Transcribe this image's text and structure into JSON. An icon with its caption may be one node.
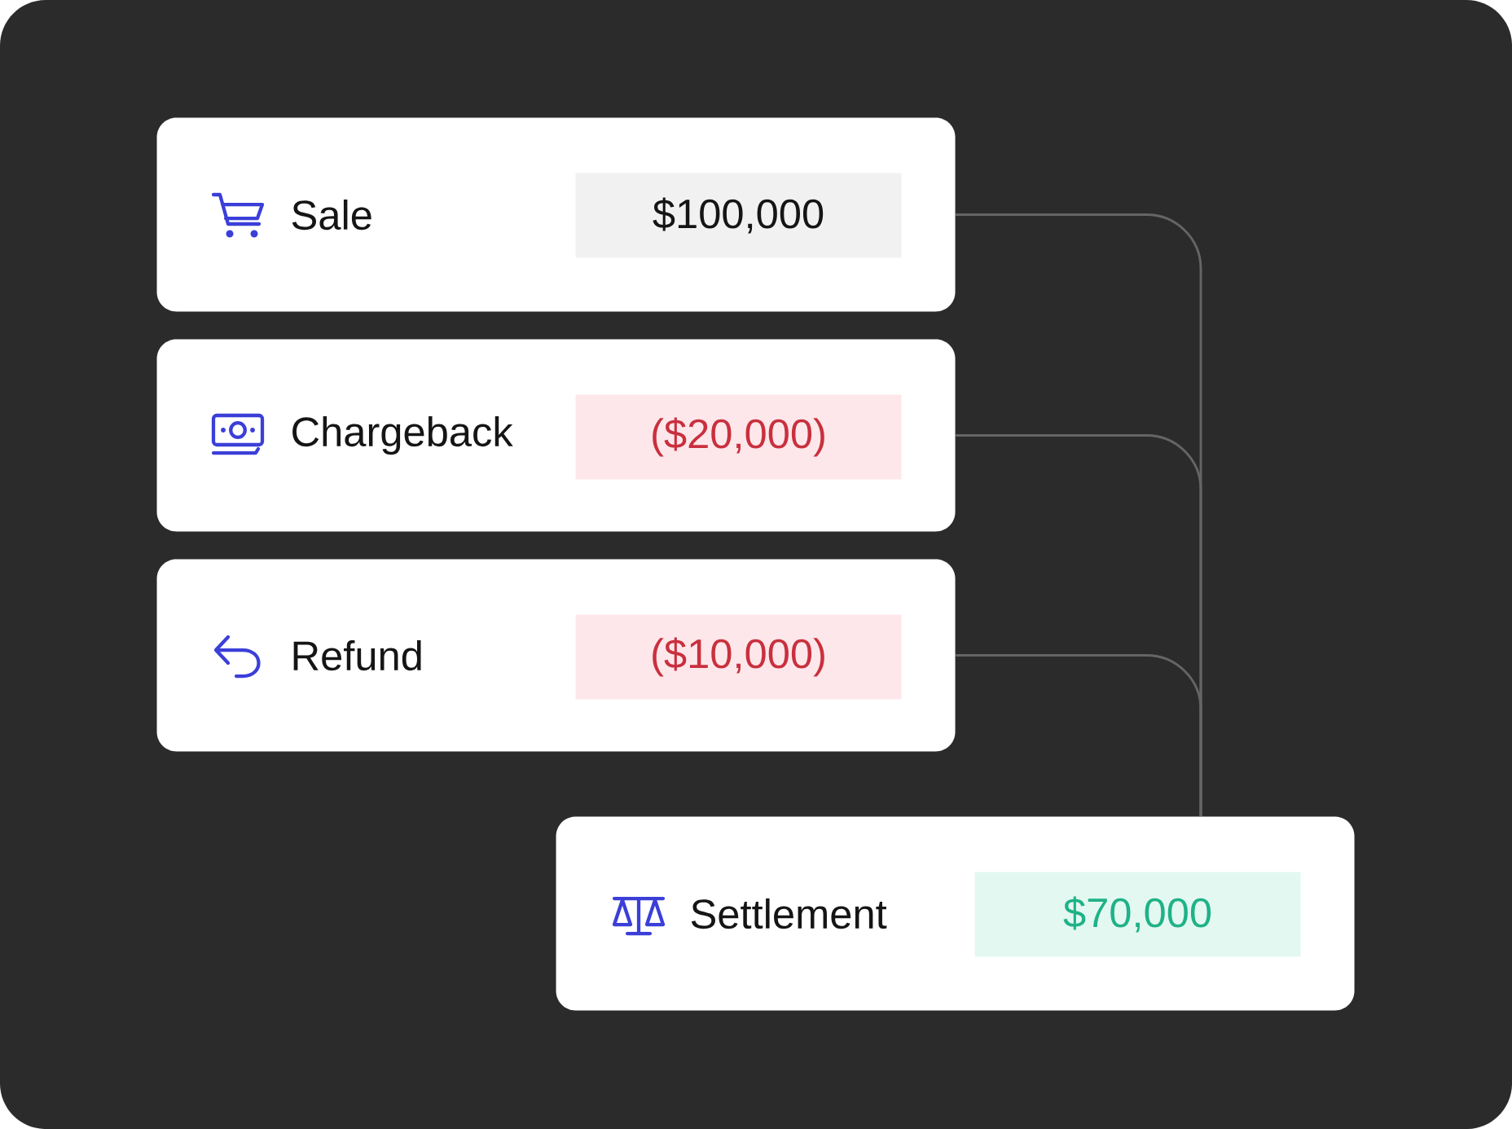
{
  "diagram": {
    "nodes": [
      {
        "text": [
          "Sale"
        ]
      },
      {
        "text": [
          "$100,000"
        ],
        "in": 0
      },
      {
        "text": [
          "Chargeback"
        ]
      },
      {
        "text": [
          "($20,000)"
        ],
        "in": 2
      },
      {
        "text": [
          "Refund"
        ]
      },
      {
        "text": [
          "($10,000)"
        ],
        "in": 4
      },
      {
        "text": [
          "Settlement"
        ]
      },
      {
        "text": [
          "$70,000"
        ],
        "in": 6
      }
    ],
    "edges": [
      {
        "from": 0,
        "to": 6,
        "arrow": "none"
      },
      {
        "from": 2,
        "to": 6,
        "arrow": "none"
      },
      {
        "from": 4,
        "to": 6,
        "arrow": "none"
      }
    ]
  }
}
